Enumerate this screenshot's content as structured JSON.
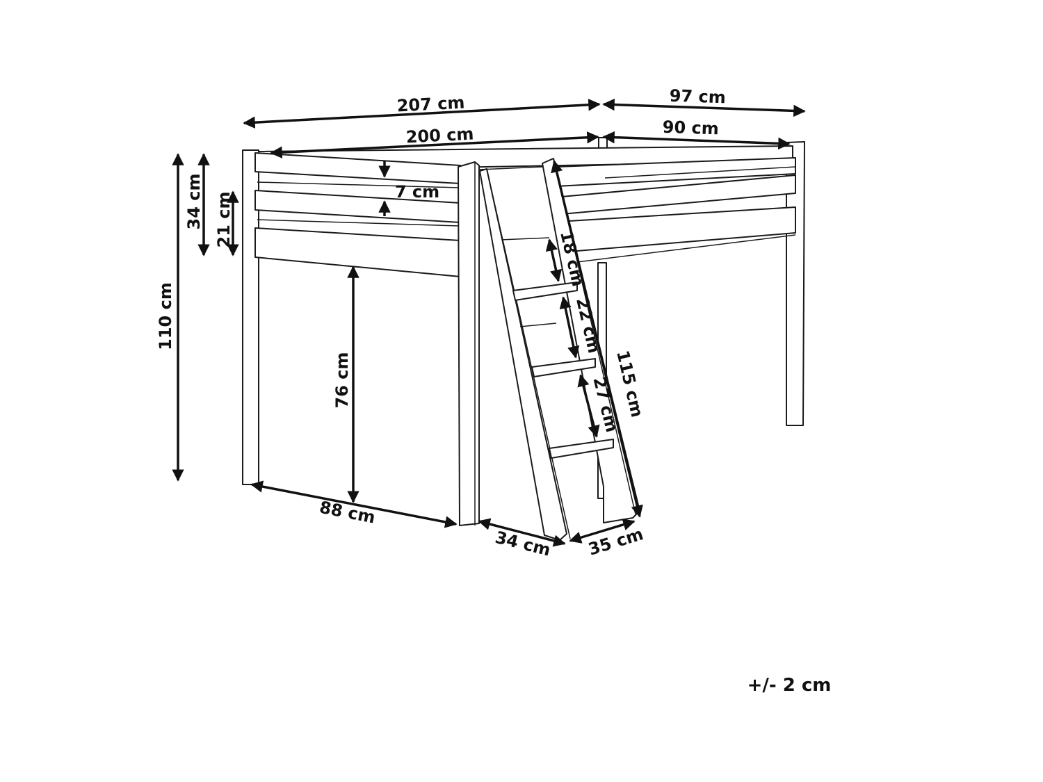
{
  "labels": {
    "overall_length": "207 cm",
    "overall_width": "97 cm",
    "mattress_length": "200 cm",
    "mattress_width": "90 cm",
    "total_height": "110 cm",
    "guard_height": "34 cm",
    "rail_span": "21 cm",
    "slat_gap": "7 cm",
    "clearance_height": "76 cm",
    "underbed_width": "88 cm",
    "ladder_offset": "34 cm",
    "ladder_depth": "35 cm",
    "step_gap_top": "18 cm",
    "step_gap_mid": "22 cm",
    "step_gap_low": "27 cm",
    "ladder_length": "115 cm"
  },
  "tolerance": "+/- 2 cm"
}
